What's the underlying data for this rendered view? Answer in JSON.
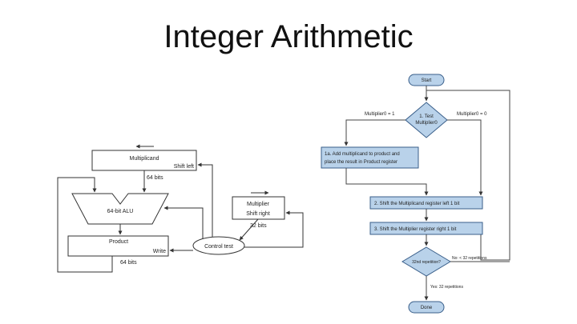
{
  "page": {
    "title": "Integer Arithmetic"
  },
  "hardware": {
    "multiplicand_label": "Multiplicand",
    "shift_left_label": "Shift left",
    "multiplicand_bits": "64 bits",
    "alu_label": "64-bit ALU",
    "multiplier_label": "Multiplier",
    "shift_right_label": "Shift right",
    "multiplier_bits": "32 bits",
    "product_label": "Product",
    "write_label": "Write",
    "product_bits": "64 bits",
    "control_label": "Control test"
  },
  "flowchart": {
    "start": "Start",
    "test1_line1": "1. Test",
    "test1_line2": "Multiplier0",
    "branch_left": "Multiplier0 = 1",
    "branch_right": "Multiplier0 = 0",
    "step1a_line1": "1a. Add multiplicand to product and",
    "step1a_line2": "place the result in Product register",
    "step2": "2. Shift the Multiplicand register left 1 bit",
    "step3": "3. Shift the Multiplier register right 1 bit",
    "decision": "32nd repetition?",
    "no_label": "No: < 32 repetitions",
    "yes_label": "Yes: 32 repetitions",
    "done": "Done"
  },
  "colors": {
    "flow_fill": "#b9d2ea",
    "flow_stroke": "#3a5f8a"
  }
}
